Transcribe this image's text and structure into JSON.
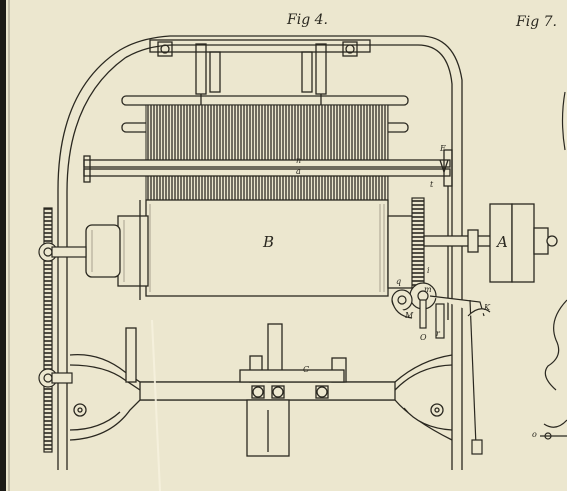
{
  "figure_labels": {
    "left": "Fig 4.",
    "right": "Fig 7."
  },
  "letters": {
    "B": "B",
    "A": "A",
    "E": "E",
    "C": "C",
    "K": "K",
    "M": "M",
    "O": "O",
    "q": "q",
    "t": "t",
    "m": "m",
    "n": "n",
    "r": "r",
    "i": "i",
    "a": "a",
    "o": "o"
  },
  "colors": {
    "paper": "#ece7cf",
    "ink": "#2a2820",
    "hatch": "#4a463c"
  }
}
